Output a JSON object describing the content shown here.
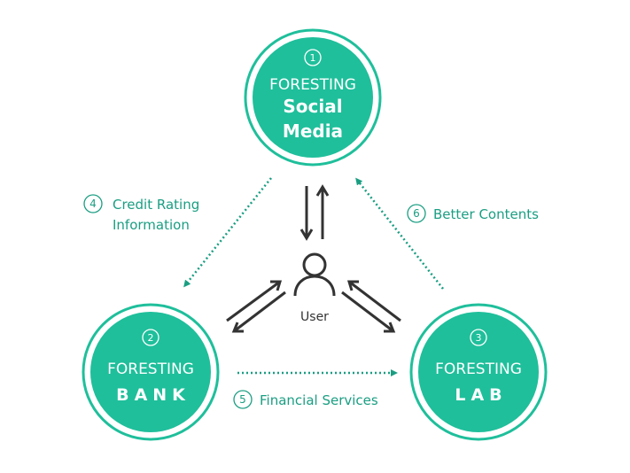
{
  "colors": {
    "node_fill": "#1fbf9b",
    "node_ring": "#1fbf9b",
    "accent_text": "#1a9e82",
    "dotted_arrow": "#1a9e82",
    "user_arrow": "#333333"
  },
  "nodes": {
    "social": {
      "number": "1",
      "brand": "FORESTING",
      "line1": "Social",
      "line2": "Media"
    },
    "bank": {
      "number": "2",
      "brand": "FORESTING",
      "name": "BANK"
    },
    "lab": {
      "number": "3",
      "brand": "FORESTING",
      "name": "LAB"
    }
  },
  "user": {
    "label": "User",
    "icon": "user-icon"
  },
  "flows": {
    "credit": {
      "number": "4",
      "line1": "Credit Rating",
      "line2": "Information"
    },
    "financial": {
      "number": "5",
      "label": "Financial Services"
    },
    "contents": {
      "number": "6",
      "label": "Better Contents"
    }
  }
}
